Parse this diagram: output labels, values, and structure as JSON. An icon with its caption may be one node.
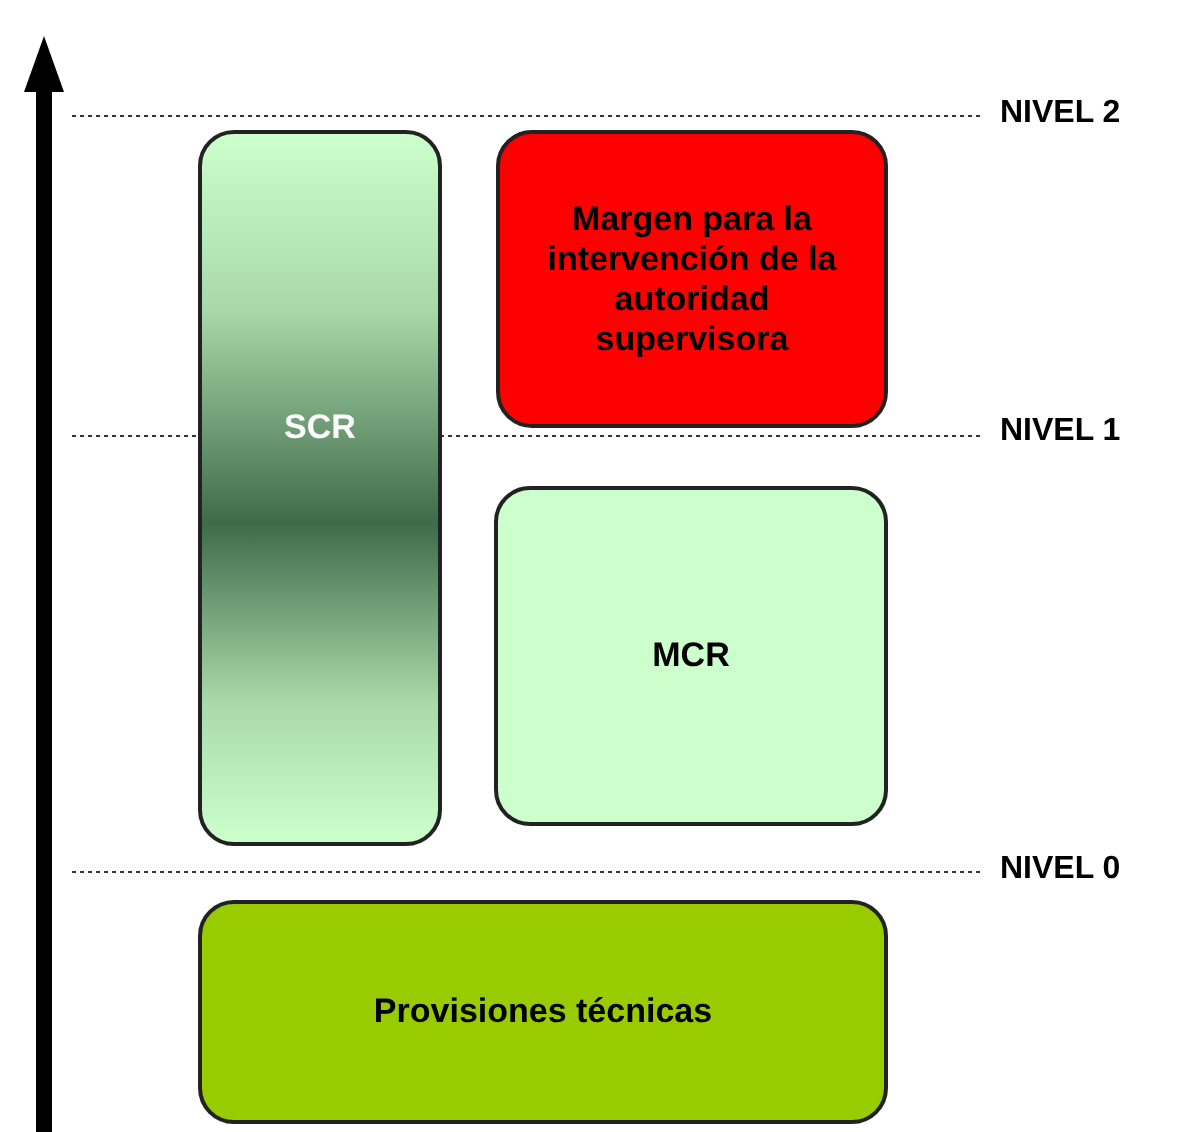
{
  "diagram": {
    "nodes": [
      {
        "text": [
          "SCR"
        ]
      },
      {
        "text": [
          "Margen para la intervención de la autoridad supervisora"
        ]
      },
      {
        "text": [
          "MCR"
        ]
      },
      {
        "text": [
          "Provisiones técnicas"
        ]
      }
    ],
    "labels": [
      "NIVEL 2",
      "NIVEL 1",
      "NIVEL 0"
    ]
  }
}
